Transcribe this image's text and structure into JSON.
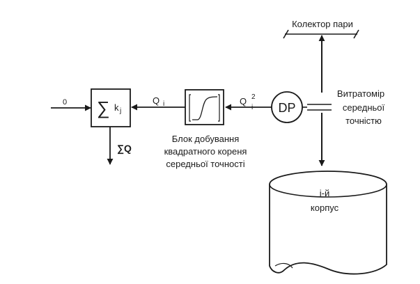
{
  "labels": {
    "collector": "Колектор пари",
    "flowmeter_line1": "Витратомір",
    "flowmeter_line2": "середньої",
    "flowmeter_line3": "точністю",
    "dp": "DP",
    "q_squared": "Q",
    "q_squared_sup": "2",
    "q_squared_sub": "i",
    "q_i": "Q",
    "q_i_sub": "i",
    "sqrt_block_line1": "Блок добування",
    "sqrt_block_line2": "квадратного кореня",
    "sqrt_block_line3": "середньої точності",
    "sum_symbol": "∑",
    "sum_k": "k",
    "sum_k_sub": "j",
    "zero_input": "0",
    "sum_output": "∑Q",
    "tank_line1": "і-й",
    "tank_line2": "корпус"
  }
}
